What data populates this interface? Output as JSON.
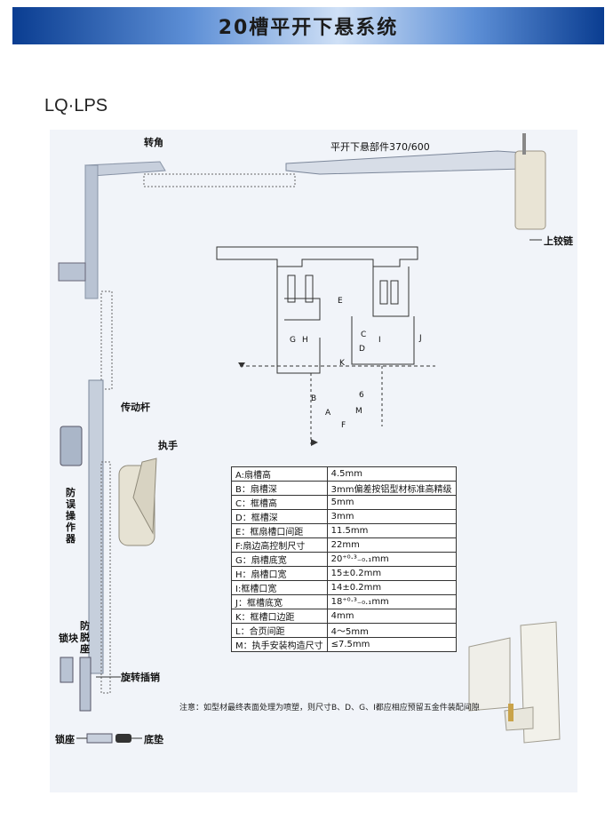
{
  "header": {
    "title": "20槽平开下悬系统"
  },
  "model": "LQ·LPS",
  "labels": {
    "corner": "转角",
    "hardware": "平开下悬部件370/600",
    "top_hinge": "上铰链",
    "drive_rod": "传动杆",
    "handle": "执手",
    "anti_misoperation": "防误操作器",
    "lock_block": "锁块",
    "anti_drop": "防脱座",
    "rotary_bolt": "旋转插销",
    "lock_seat": "锁座",
    "bottom_pad": "底垫"
  },
  "dim_letters": [
    "E",
    "G",
    "H",
    "C",
    "D",
    "I",
    "J",
    "K",
    "B",
    "A",
    "M",
    "6",
    "F"
  ],
  "spec_table": [
    {
      "key": "A:扇槽高",
      "value": "4.5mm"
    },
    {
      "key": "B：扇槽深",
      "value": "3mm偏差按铝型材标准高精级"
    },
    {
      "key": "C：框槽高",
      "value": "5mm"
    },
    {
      "key": "D：框槽深",
      "value": "3mm"
    },
    {
      "key": "E：框扇槽口间距",
      "value": "11.5mm"
    },
    {
      "key": "F:扇边高控制尺寸",
      "value": "22mm"
    },
    {
      "key": "G：扇槽底宽",
      "value": "20⁺⁰·³₋₀.₁mm"
    },
    {
      "key": "H：扇槽口宽",
      "value": "15±0.2mm"
    },
    {
      "key": "I:框槽口宽",
      "value": "14±0.2mm"
    },
    {
      "key": "J：框槽底宽",
      "value": "18⁺⁰·³₋₀.₁mm"
    },
    {
      "key": "K：框槽口边距",
      "value": "4mm"
    },
    {
      "key": "L：合页间距",
      "value": "4～5mm"
    },
    {
      "key": "M：执手安装构造尺寸",
      "value": "≤7.5mm"
    }
  ],
  "note": "注意：如型材最终表面处理为喷塑，则尺寸B、D、G、I都应相应预留五金件装配间隙"
}
